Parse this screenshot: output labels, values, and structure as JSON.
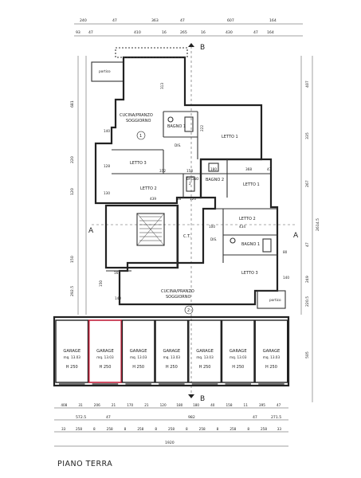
{
  "floor_title": "PIANO TERRA",
  "accent_color": "#c2213b",
  "section_markers": {
    "a_left": "A",
    "a_right": "A",
    "b_top": "B",
    "b_bottom": "B"
  },
  "unit_numbers": [
    "1",
    "2"
  ],
  "rooms": {
    "portico_top": "portico",
    "cucina_1_l1": "CUCINA/PRANZO",
    "cucina_1_l2": "SOGGIORNO",
    "bagno_1": "BAGNO 1",
    "letto_1_u1": "LETTO 1",
    "dis_1": "DIS.",
    "letto_3_u1": "LETTO 3",
    "letto_2_u1": "LETTO 2",
    "bagno_2_u1_l1": "BAGNO",
    "bagno_2_u1_l2": "2",
    "bagno_2_u2": "BAGNO 2",
    "letto_1_u2": "LETTO 1",
    "letto_2_u2": "LETTO 2",
    "dis_2": "DIS.",
    "bagno_1_u2": "BAGNO 1",
    "letto_3_u2": "LETTO 3",
    "ct": "C.T.",
    "cucina_2_l1": "CUCINA/PRANZO",
    "cucina_2_l2": "SOGGIORNO",
    "portico_bottom": "portico"
  },
  "garages": [
    {
      "label": "GARAGE",
      "area": "mq. 13.03",
      "height": "H 250"
    },
    {
      "label": "GARAGE",
      "area": "mq. 13.03",
      "height": "H 250"
    },
    {
      "label": "GARAGE",
      "area": "mq. 13.03",
      "height": "H 250"
    },
    {
      "label": "GARAGE",
      "area": "mq. 13.03",
      "height": "H 250"
    },
    {
      "label": "GARAGE",
      "area": "mq. 13.03",
      "height": "H 250"
    },
    {
      "label": "GARAGE",
      "area": "mq. 13.03",
      "height": "H 250"
    },
    {
      "label": "GARAGE",
      "area": "mq. 13.03",
      "height": "H 250"
    }
  ],
  "dimensions": {
    "top_row1": [
      "240",
      "47",
      "363",
      "47",
      "607",
      "164"
    ],
    "top_row2": [
      "93",
      "47",
      "410",
      "16",
      "265",
      "16",
      "430",
      "47",
      "164"
    ],
    "bottom_row1": [
      "408",
      "31",
      "206",
      "21",
      "170",
      "21",
      "120",
      "180",
      "180",
      "40",
      "158",
      "11",
      "395",
      "47"
    ],
    "bottom_row2": [
      "572.5",
      "47",
      "982",
      "47",
      "271.5"
    ],
    "bottom_row3": [
      "33",
      "258",
      "8",
      "258",
      "8",
      "258",
      "8",
      "258",
      "8",
      "258",
      "8",
      "258",
      "8",
      "258",
      "33"
    ],
    "total_width": "1920",
    "right_total": "2614.5",
    "right_side": [
      "407",
      "335",
      "267",
      "47",
      "249",
      "220.5",
      "505"
    ],
    "left_side": [
      "681",
      "220",
      "120",
      "150",
      "292.5"
    ],
    "interior": [
      "313",
      "222",
      "140",
      "128",
      "130",
      "372",
      "158",
      "180",
      "368",
      "47",
      "439",
      "16",
      "120",
      "100",
      "434",
      "165",
      "140",
      "150",
      "80",
      "140"
    ]
  }
}
